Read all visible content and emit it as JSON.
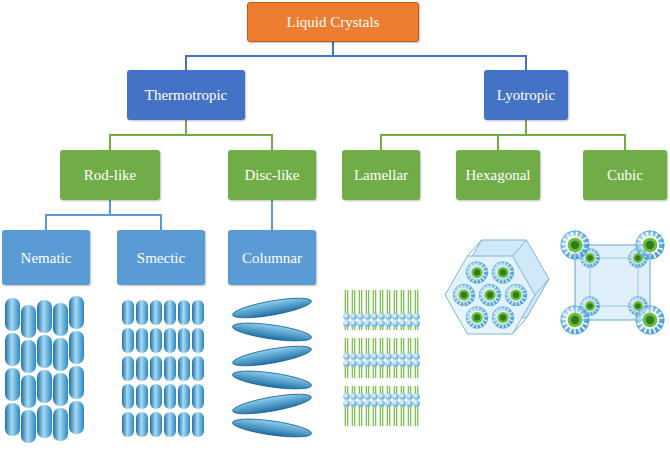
{
  "diagram": {
    "nodes": [
      {
        "text": [
          "Liquid Crystals"
        ]
      },
      {
        "text": [
          "Thermotropic"
        ]
      },
      {
        "text": [
          "Lyotropic"
        ]
      },
      {
        "text": [
          "Rod-like"
        ]
      },
      {
        "text": [
          "Disc-like"
        ]
      },
      {
        "text": [
          "Lamellar"
        ]
      },
      {
        "text": [
          "Hexagonal"
        ]
      },
      {
        "text": [
          "Cubic"
        ]
      },
      {
        "text": [
          "Nematic"
        ]
      },
      {
        "text": [
          "Smectic"
        ]
      },
      {
        "text": [
          "Columnar"
        ]
      }
    ],
    "edges": [
      {
        "from": 0,
        "to": 1,
        "arrow": "none"
      },
      {
        "from": 0,
        "to": 2,
        "arrow": "none"
      },
      {
        "from": 1,
        "to": 3,
        "arrow": "none"
      },
      {
        "from": 1,
        "to": 4,
        "arrow": "none"
      },
      {
        "from": 2,
        "to": 5,
        "arrow": "none"
      },
      {
        "from": 2,
        "to": 6,
        "arrow": "none"
      },
      {
        "from": 2,
        "to": 7,
        "arrow": "none"
      },
      {
        "from": 3,
        "to": 8,
        "arrow": "none"
      },
      {
        "from": 3,
        "to": 9,
        "arrow": "none"
      },
      {
        "from": 4,
        "to": 10,
        "arrow": "none"
      }
    ]
  }
}
